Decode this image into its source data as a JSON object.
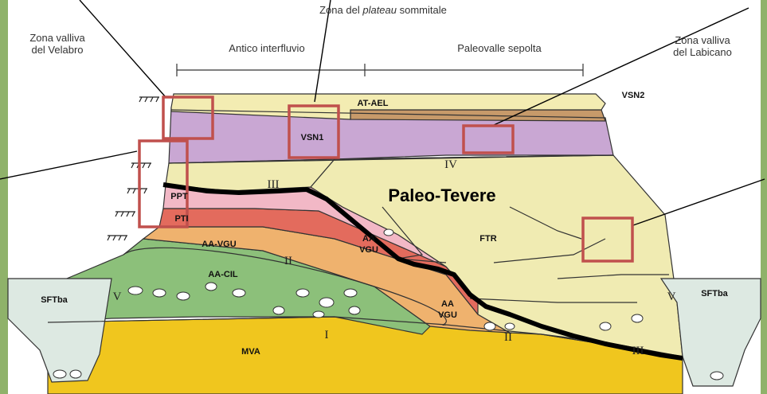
{
  "header": {
    "top_prefix": "Zona del ",
    "top_italic": "plateau",
    "top_suffix": " sommitale",
    "left_zone_1": "Zona valliva",
    "left_zone_2": "del Velabro",
    "right_zone_1": "Zona valliva",
    "right_zone_2": "del Labicano",
    "interfluvio": "Antico interfluvio",
    "paleovalle": "Paleovalle sepolta"
  },
  "units": {
    "at_ael": "AT-AEL",
    "vsn1": "VSN1",
    "vsn2": "VSN2",
    "ppt": "PPT",
    "pti": "PTI",
    "aa_vgu": "AA-VGU",
    "aa_cil": "AA-CIL",
    "aa_a": "AA",
    "vgu_a": "VGU",
    "aa_b": "AA",
    "vgu_b": "VGU",
    "ftr": "FTR",
    "sftba_left": "SFTba",
    "sftba_right": "SFTba",
    "mva": "MVA"
  },
  "paleo_label": "Paleo-Tevere",
  "roman": {
    "i": "I",
    "ii_a": "II",
    "ii_b": "II",
    "iii_a": "III",
    "iii_b": "III",
    "iv": "IV",
    "v_left": "V",
    "v_right": "V"
  },
  "colors": {
    "background": "#8fb26a",
    "at_ael": "#f3ecb2",
    "vsn": "#c9a7d3",
    "vsn2": "#c79a6a",
    "yellow_sand": "#f0ebb2",
    "ppt": "#f2b8c6",
    "pti": "#e36b5d",
    "aa_vgu": "#efb26e",
    "aa_cil": "#8cc07a",
    "mva": "#f0c61e",
    "sftba": "#dde9e2",
    "box": "#c0504d",
    "paleo_line": "#000000"
  }
}
